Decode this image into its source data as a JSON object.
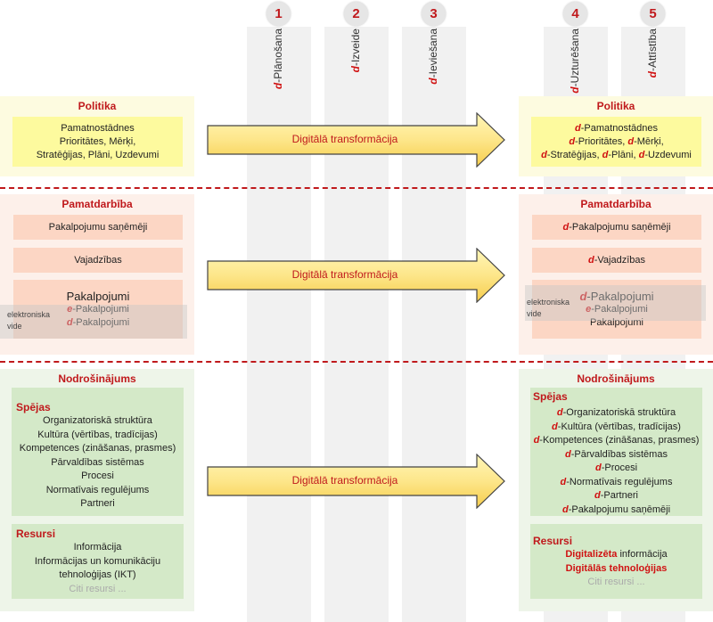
{
  "stages": [
    {
      "number": "1",
      "prefix": "d",
      "label": "-Plānošana"
    },
    {
      "number": "2",
      "prefix": "d",
      "label": "-Izveide"
    },
    {
      "number": "3",
      "prefix": "d",
      "label": "-Ieviešana"
    },
    {
      "number": "4",
      "prefix": "d",
      "label": "-Uzturēšana"
    },
    {
      "number": "5",
      "prefix": "d",
      "label": "-Attīstība"
    }
  ],
  "arrow_label": "Digitālā transformācija",
  "left": {
    "politika": {
      "title": "Politika",
      "lines": [
        "Pamatnostādnes",
        "Prioritātes, Mērķi,",
        "Stratēģijas, Plāni, Uzdevumi"
      ]
    },
    "pamatdarbiba": {
      "title": "Pamatdarbība",
      "box1": "Pakalpojumu saņēmēji",
      "box2": "Vajadzības",
      "box3_title": "Pakalpojumi",
      "box3_e_prefix": "e",
      "box3_e": "-Pakalpojumi",
      "box3_d_prefix": "d",
      "box3_d": "-Pakalpojumi",
      "env_label_1": "elektroniska",
      "env_label_2": "vide"
    },
    "nodrosinajums": {
      "title": "Nodrošinājums",
      "spejas_title": "Spējas",
      "spejas": [
        "Organizatoriskā struktūra",
        "Kultūra (vērtības, tradīcijas)",
        "Kompetences (zināšanas, prasmes)",
        "Pārvaldības sistēmas",
        "Procesi",
        "Normatīvais regulējums",
        "Partneri"
      ],
      "resursi_title": "Resursi",
      "resursi": [
        "Informācija",
        "Informācijas un komunikāciju",
        "tehnoloģijas (IKT)"
      ],
      "resursi_more": "Citi resursi ..."
    }
  },
  "right": {
    "politika": {
      "title": "Politika",
      "prefix": "d",
      "line1": "-Pamatnostādnes",
      "line2a": "-Prioritātes, ",
      "line2b": "-Mērķi,",
      "line3a": "-Stratēģijas, ",
      "line3b": "-Plāni, ",
      "line3c": "-Uzdevumi"
    },
    "pamatdarbiba": {
      "title": "Pamatdarbība",
      "prefix": "d",
      "box1": "-Pakalpojumu saņēmēji",
      "box2": "-Vajadzības",
      "box3_title": "-Pakalpojumi",
      "box3_e_prefix": "e",
      "box3_e": "-Pakalpojumi",
      "box3_plain": "Pakalpojumi",
      "env_label_1": "elektroniska",
      "env_label_2": "vide"
    },
    "nodrosinajums": {
      "title": "Nodrošinājums",
      "spejas_title": "Spējas",
      "prefix": "d",
      "spejas": [
        "-Organizatoriskā struktūra",
        "-Kultūra (vērtības, tradīcijas)",
        "-Kompetences (zināšanas, prasmes)",
        "-Pārvaldības sistēmas",
        "-Procesi",
        "-Normatīvais regulējums",
        "-Partneri",
        "-Pakalpojumu saņēmēji"
      ],
      "resursi_title": "Resursi",
      "res1_red": "Digitalizēta",
      "res1_rest": " informācija",
      "res2": "Digitālās tehnoloģijas",
      "resursi_more": "Citi resursi ..."
    }
  }
}
